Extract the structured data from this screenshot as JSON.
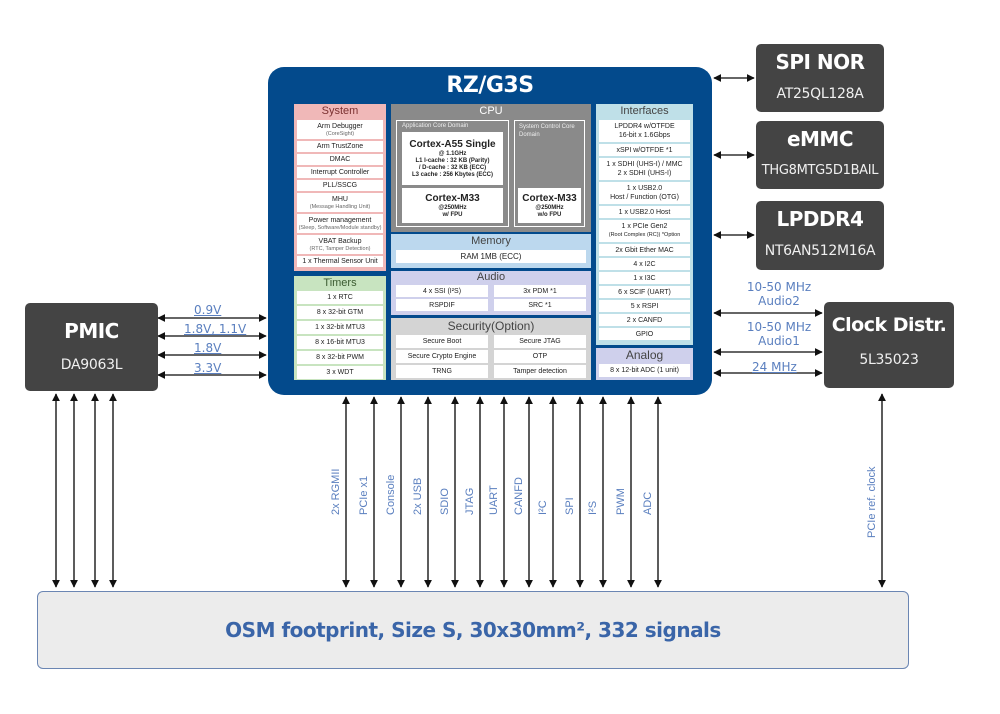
{
  "chip": {
    "title": "RZ/G3S",
    "system": {
      "title": "System",
      "items": [
        {
          "label": "Arm Debugger",
          "sub": "(CoreSight)"
        },
        {
          "label": "Arm TrustZone",
          "sub": ""
        },
        {
          "label": "DMAC",
          "sub": ""
        },
        {
          "label": "Interrupt Controller",
          "sub": ""
        },
        {
          "label": "PLL/SSCG",
          "sub": ""
        },
        {
          "label": "MHU",
          "sub": "(Message Handling Unit)"
        },
        {
          "label": "Power management",
          "sub": "(Sleep, Software/Module standby)"
        },
        {
          "label": "VBAT Backup",
          "sub": "(RTC, Tamper Detection)"
        },
        {
          "label": "1 x Thermal Sensor Unit",
          "sub": ""
        }
      ]
    },
    "timers": {
      "title": "Timers",
      "items": [
        "1 x RTC",
        "8 x 32-bit GTM",
        "1 x 32-bit MTU3",
        "8 x 16-bit MTU3",
        "8 x 32-bit PWM",
        "3 x WDT"
      ]
    },
    "cpu": {
      "title": "CPU",
      "app_domain": {
        "label": "Application Core Domain",
        "a55": {
          "name": "Cortex-A55 Single",
          "lines": [
            "@ 1.1GHz",
            "L1 I-cache : 32 KB (Parity)",
            "/ D-cache : 32 KB (ECC)",
            "L3 cache : 256 Kbytes (ECC)"
          ]
        },
        "m33": {
          "name": "Cortex-M33",
          "lines": [
            "@250MHz",
            "w/ FPU"
          ]
        }
      },
      "sys_domain": {
        "label": "System Control Core Domain",
        "m33": {
          "name": "Cortex-M33",
          "lines": [
            "@250MHz",
            "w/o FPU"
          ]
        }
      }
    },
    "memory": {
      "title": "Memory",
      "items": [
        "RAM 1MB (ECC)"
      ]
    },
    "audio": {
      "title": "Audio",
      "items": [
        "4 x SSI (I²S)",
        "3x PDM *1",
        "RSPDIF",
        "SRC *1"
      ]
    },
    "security": {
      "title": "Security(Option)",
      "items": [
        "Secure Boot",
        "Secure JTAG",
        "Secure Crypto Engine",
        "OTP",
        "TRNG",
        "Tamper detection"
      ]
    },
    "interfaces": {
      "title": "Interfaces",
      "items": [
        [
          "LPDDR4 w/OTFDE",
          "16-bit x 1.6Gbps"
        ],
        [
          "xSPI w/OTFDE *1"
        ],
        [
          "1 x SDHI (UHS-I) / MMC",
          "2 x SDHI (UHS-I)"
        ],
        [
          "1 x USB2.0",
          "Host / Function (OTG)"
        ],
        [
          "1 x USB2.0 Host"
        ],
        [
          "1 x PCIe Gen2",
          "(Root Complex (RC)) *Option"
        ],
        [
          "2x Gbit Ether MAC"
        ],
        [
          "4 x I2C"
        ],
        [
          "1 x I3C"
        ],
        [
          "6 x SCIF (UART)"
        ],
        [
          "5 x RSPI"
        ],
        [
          "2 x CANFD"
        ],
        [
          "GPIO"
        ]
      ]
    },
    "analog": {
      "title": "Analog",
      "items": [
        "8 x 12-bit ADC (1 unit)"
      ]
    }
  },
  "external": {
    "spi_nor": {
      "title": "SPI NOR",
      "part": "AT25QL128A"
    },
    "emmc": {
      "title": "eMMC",
      "part": "THG8MTG5D1BAIL"
    },
    "lpddr4": {
      "title": "LPDDR4",
      "part": "NT6AN512M16A"
    },
    "clock": {
      "title": "Clock Distr.",
      "part": "5L35023"
    },
    "pmic": {
      "title": "PMIC",
      "part": "DA9063L"
    }
  },
  "pmic_rails": [
    "0.9V",
    "1.8V, 1.1V",
    "1.8V",
    "3.3V"
  ],
  "clock_links": [
    {
      "line1": "10-50 MHz",
      "line2": "Audio2"
    },
    {
      "line1": "10-50 MHz",
      "line2": "Audio1"
    },
    {
      "line1": "24 MHz",
      "line2": ""
    }
  ],
  "signals": [
    "2x RGMII",
    "PCIe x1",
    "Console",
    "2x USB",
    "SDIO",
    "JTAG",
    "UART",
    "CANFD",
    "I²C",
    "SPI",
    "I²S",
    "PWM",
    "ADC"
  ],
  "pcie_ref_clock": "PCIe ref. clock",
  "osm": {
    "label": "OSM footprint, Size S, 30x30mm², 332 signals"
  }
}
